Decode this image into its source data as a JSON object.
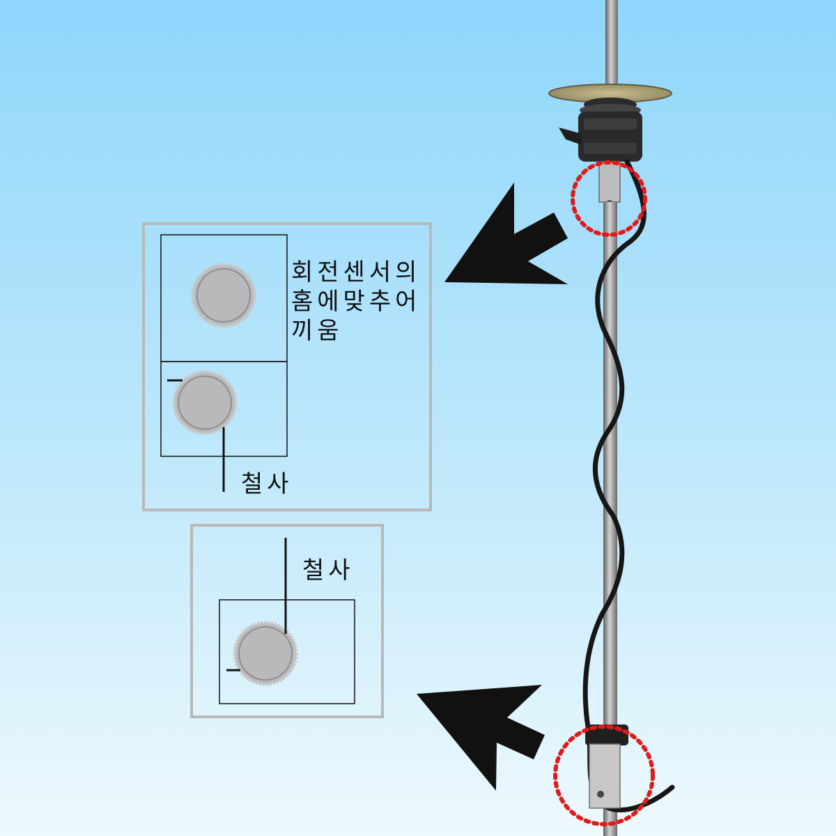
{
  "colors": {
    "background_top": "#8fd6fb",
    "background_bottom": "#eef9fd",
    "highlight_circle": "#e01b1b",
    "arrow": "#111111",
    "panel_border": "#b8b8b8",
    "knob": "#b9b9bb"
  },
  "upper_callout": {
    "caption_lines": [
      "회전센서의",
      "홈에맞추어",
      "끼움"
    ],
    "wire_label": "철사"
  },
  "lower_callout": {
    "wire_label": "철사"
  }
}
